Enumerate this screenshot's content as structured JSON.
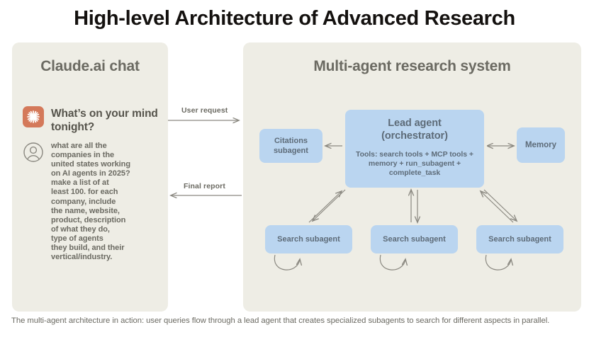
{
  "title": "High-level Architecture of Advanced Research",
  "colors": {
    "page_background": "#ffffff",
    "panel_background": "#eeede5",
    "node_blue": "#bad5f0",
    "claude_orange": "#d4795a",
    "text_muted": "#6b6a62",
    "node_text": "#5d6b78",
    "connector": "#8a8880"
  },
  "left_panel": {
    "title": "Claude.ai chat",
    "assistant_icon": "claude-logo-icon",
    "assistant_message": "What’s on your mind tonight?",
    "user_icon": "user-avatar-icon",
    "user_message": "what are all the\ncompanies in the\nunited states working\non AI agents in 2025?\nmake a list of at\nleast 100. for each\ncompany, include\nthe name, website,\nproduct, description\nof what they do,\ntype of agents\nthey build, and their\nvertical/industry."
  },
  "connectors": {
    "user_request_label": "User request",
    "final_report_label": "Final report"
  },
  "right_panel": {
    "title": "Multi-agent research system",
    "lead_agent": {
      "name": "Lead agent\n(orchestrator)",
      "tools": "Tools: search tools + MCP tools + memory + run_subagent + complete_task"
    },
    "citations": "Citations subagent",
    "memory": "Memory",
    "search_subagents": [
      "Search subagent",
      "Search subagent",
      "Search subagent"
    ]
  },
  "caption": "The multi-agent architecture in action: user queries flow through a lead agent that creates specialized subagents to search for different aspects in parallel."
}
